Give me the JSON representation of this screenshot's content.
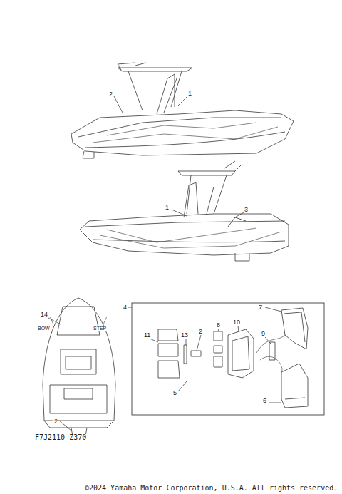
{
  "diagram": {
    "labels": [
      "2",
      "1",
      "1",
      "3",
      "14",
      "BOW",
      "STEP",
      "2",
      "4",
      "7",
      "11",
      "13",
      "2",
      "8",
      "10",
      "9",
      "5",
      "6",
      "F7J2110-Z370",
      "©2024 Yamaha Motor Corporation, U.S.A. All rights reserved."
    ]
  }
}
